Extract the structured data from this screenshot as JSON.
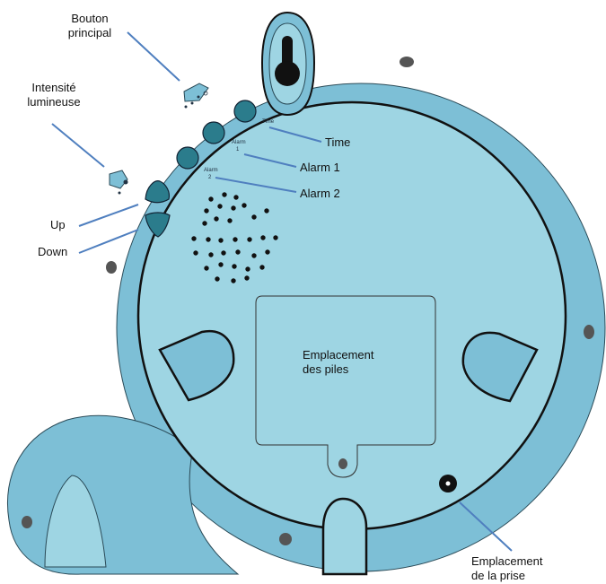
{
  "labels": {
    "bouton_principal": [
      "Bouton",
      "principal"
    ],
    "intensite": [
      "Intensité",
      "lumineuse"
    ],
    "up": "Up",
    "down": "Down",
    "time": "Time",
    "alarm1": "Alarm 1",
    "alarm2": "Alarm 2",
    "battery": [
      "Emplacement",
      "des piles"
    ],
    "plug": [
      "Emplacement",
      "de la prise"
    ]
  },
  "button_text": {
    "time": "Time",
    "alarm1": [
      "Alarm",
      "1"
    ],
    "alarm2": [
      "Alarm",
      "2"
    ]
  },
  "colors": {
    "outer_body": "#7dbfd6",
    "face": "#9ed5e3",
    "button": "#2b7c8c",
    "leader_line": "#4f7fbf",
    "outline": "#111111"
  }
}
